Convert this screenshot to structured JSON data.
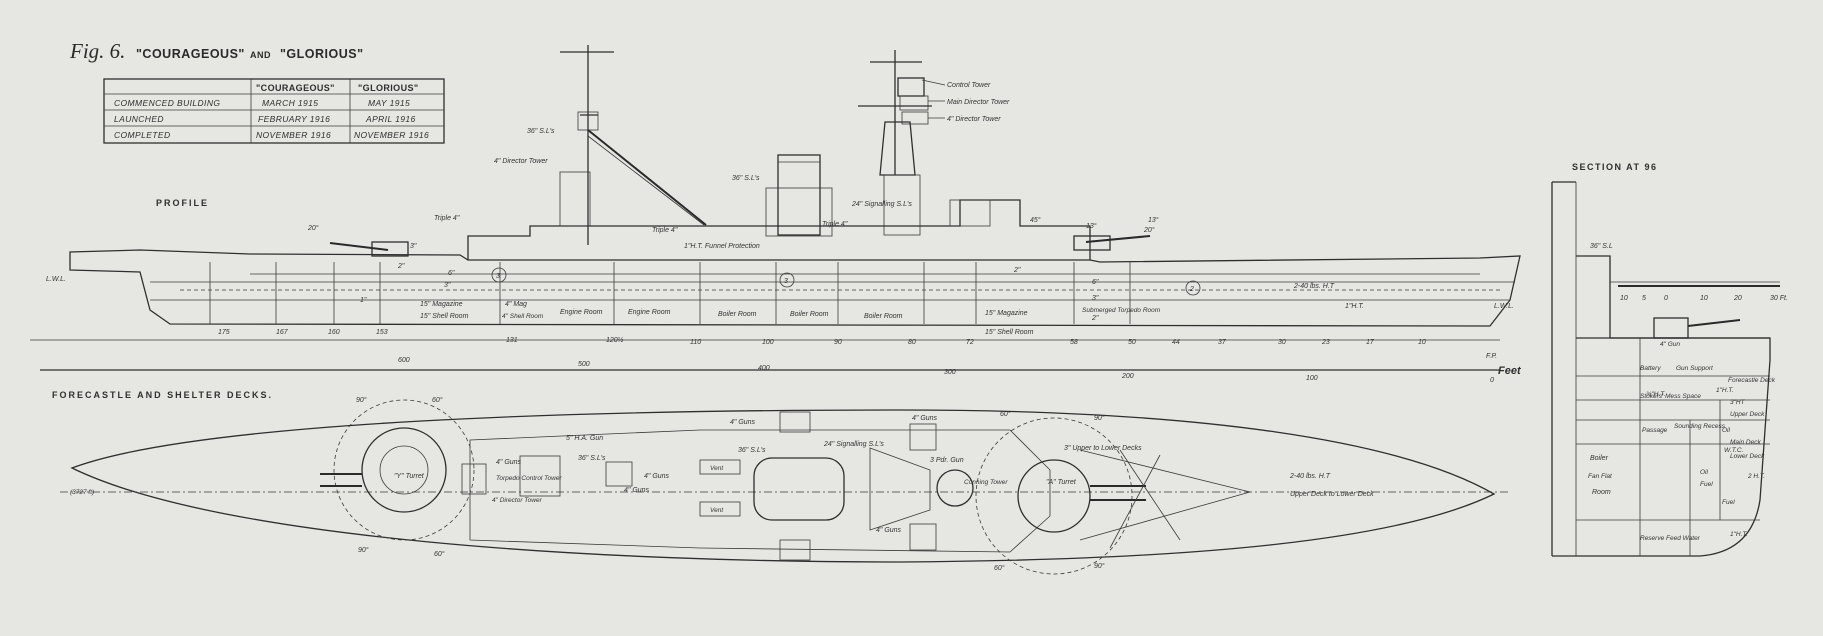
{
  "figure": {
    "number": "Fig. 6.",
    "name_a": "\"COURAGEOUS\"",
    "conj": "AND",
    "name_b": "\"GLORIOUS\""
  },
  "table": {
    "headers": [
      "",
      "\"COURAGEOUS\"",
      "\"GLORIOUS\""
    ],
    "rows": [
      [
        "COMMENCED BUILDING",
        "MARCH 1915",
        "MAY 1915"
      ],
      [
        "LAUNCHED",
        "FEBRUARY 1916",
        "APRIL 1916"
      ],
      [
        "COMPLETED",
        "NOVEMBER 1916",
        "NOVEMBER 1916"
      ]
    ]
  },
  "captions": {
    "profile": "PROFILE",
    "decks": "FORECASTLE AND SHELTER DECKS.",
    "section": "SECTION AT 96",
    "feet": "Feet",
    "waterline_left": "L.W.L.",
    "waterline_right": "L.W.L.",
    "fp": "F.P.",
    "tonnage": "(3727 ft)"
  },
  "profile_labels": {
    "control_tower": "Control Tower",
    "main_director": "Main Director Tower",
    "director_4in": "4\" Director Tower",
    "director_4in_aft": "4\" Director Tower",
    "searchlights_36": "36\" S.L's",
    "searchlight_36b": "36\" S.L's",
    "signalling": "24\" Signalling S.L's",
    "triple_4_a": "Triple 4\"",
    "triple_4_b": "Triple 4\"",
    "triple_4_c": "Triple 4\"",
    "funnel": "1\"H.T. Funnel Protection",
    "magazine_aft": "15\" Magazine",
    "shell_aft": "15\" Shell Room",
    "mag_4": "4\" Mag",
    "shell_4": "4\" Shell Room",
    "engine1": "Engine Room",
    "engine2": "Engine Room",
    "boiler1": "Boiler Room",
    "boiler2": "Boiler Room",
    "boiler3": "Boiler Room",
    "magazine_fwd": "15\" Magazine",
    "shell_fwd": "15\" Shell Room",
    "torpedo": "Submerged Torpedo Room",
    "plate_fwd": "2-40 lbs. H.T",
    "ht1": "1\"H.T.",
    "turret_y": "Y",
    "turret_x": "3",
    "turret_a": "2",
    "frames": [
      "175",
      "167",
      "160",
      "153",
      "131",
      "120½",
      "110",
      "100",
      "90",
      "80",
      "72",
      "58",
      "50",
      "44",
      "37",
      "30",
      "23",
      "17",
      "10"
    ],
    "scale_ticks": [
      "600",
      "500",
      "400",
      "300",
      "200",
      "100",
      "0"
    ],
    "armour": [
      "3\"",
      "2\"",
      "1\"",
      "6\"",
      "3\"",
      "2\"",
      "6\"",
      "3\"",
      "2\""
    ],
    "angles": [
      "20°",
      "13°",
      "45°",
      "13°",
      "20°"
    ]
  },
  "deck_labels": {
    "ha_gun": "5\" H.A. Gun",
    "guns_4a": "4\" Guns",
    "guns_4b": "4\" Guns",
    "guns_4c": "4\" Guns",
    "guns_4d": "4\" Guns",
    "guns_4e": "4\" Guns",
    "guns_4f": "4\" Guns",
    "torpedo_control": "Torpedo Control Tower",
    "director_aft": "4\" Director Tower",
    "sl36_a": "36\" S.L's",
    "sl36_b": "36\" S.L's",
    "signalling": "24\" Signalling S.L's",
    "pdr": "3 Pdr. Gun",
    "conning": "Conning Tower",
    "vent1": "Vent",
    "vent2": "Vent",
    "turret_y": "\"Y\" Turret",
    "turret_a": "\"A\" Turret",
    "upper_to_lower": "3\" Upper to Lower Decks",
    "ht_plating": "2-40 lbs. H.T",
    "upper_deck": "Upper Deck to Lower Deck",
    "angles": [
      "90°",
      "60°",
      "90°",
      "60°",
      "60°",
      "90°",
      "60°",
      "90°"
    ]
  },
  "section_labels": {
    "scale": [
      "10",
      "5",
      "0",
      "10",
      "20",
      "30 Ft."
    ],
    "sl36": "36\" S.L",
    "gun": "4\" Gun",
    "battery": "Battery",
    "gun_support": "Gun Support",
    "forecastle": "Forecastle Deck",
    "stokers": "Stokers' Mess Space",
    "upper": "Upper Deck",
    "main": "Main Deck",
    "lower": "Lower Deck",
    "passage": "Passage",
    "sounding": "Sounding Recess",
    "boiler": "Boiler",
    "fan": "Fan Flat",
    "room": "Room",
    "oil1": "Oil",
    "oil2": "Oil",
    "fuel1": "Fuel",
    "fuel2": "Fuel",
    "wtc": "W.T.C.",
    "reserve": "Reserve Feed Water",
    "ht1": "¾\"H.T.",
    "ht2": "1\"H.T.",
    "ht3": "3\"HT",
    "ht4": "2 H.T.",
    "ht5": "1\"H.T."
  },
  "colors": {
    "ink": "#2f2f2f",
    "paper": "#e6e6e3"
  }
}
